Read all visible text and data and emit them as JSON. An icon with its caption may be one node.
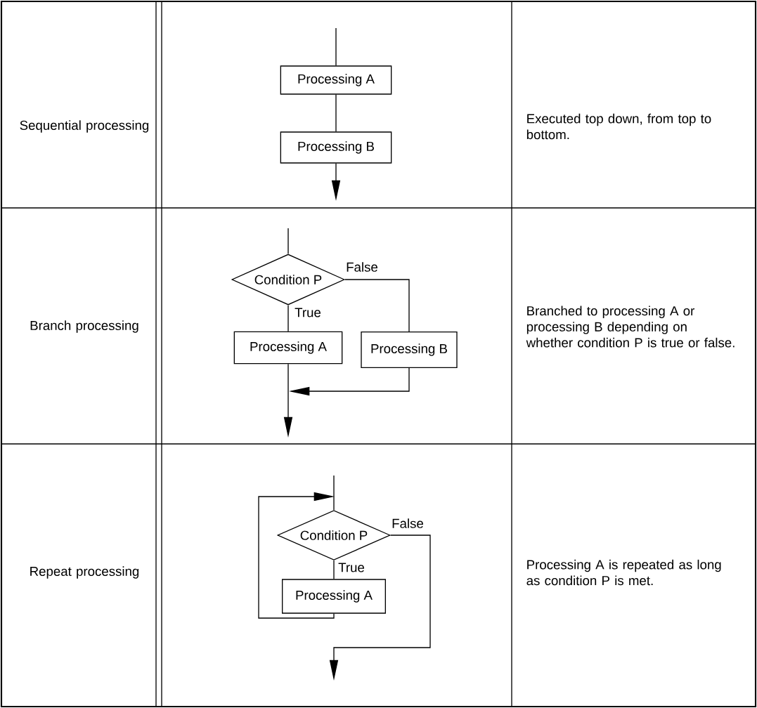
{
  "diagram": {
    "nodes": [
      {
        "text": [
          "Processing A"
        ]
      },
      {
        "text": [
          "Processing B"
        ]
      },
      {
        "text": [
          "Condition P"
        ]
      },
      {
        "text": [
          "Processing A"
        ]
      },
      {
        "text": [
          "Processing B"
        ]
      },
      {
        "text": [
          "Condition P"
        ]
      },
      {
        "text": [
          "Processing A"
        ]
      }
    ],
    "edges": [
      {
        "from": null,
        "to": 0,
        "arrow": "none"
      },
      {
        "from": 0,
        "to": 1,
        "arrow": "none"
      },
      {
        "from": 1,
        "to": null,
        "arrow": "to"
      },
      {
        "from": null,
        "to": 2,
        "arrow": "none"
      },
      {
        "from": 2,
        "to": 3,
        "arrow": "none",
        "label": "True"
      },
      {
        "from": 2,
        "to": 4,
        "arrow": "none",
        "label": "False"
      },
      {
        "from": 3,
        "to": null,
        "arrow": "to"
      },
      {
        "from": 4,
        "to": null,
        "arrow": "to"
      },
      {
        "from": null,
        "to": 5,
        "arrow": "none"
      },
      {
        "from": 5,
        "to": 6,
        "arrow": "none",
        "label": "True"
      },
      {
        "from": 6,
        "to": null,
        "arrow": "to"
      },
      {
        "from": 5,
        "to": null,
        "arrow": "to",
        "label": "False"
      }
    ],
    "labels": [
      "Sequential processing",
      "Executed top down, from top to bottom.",
      "Branch processing",
      "Branched to processing A or processing B depending on whether condition P is true or false.",
      "Repeat processing",
      "Processing A is repeated as long as condition P is met."
    ]
  }
}
